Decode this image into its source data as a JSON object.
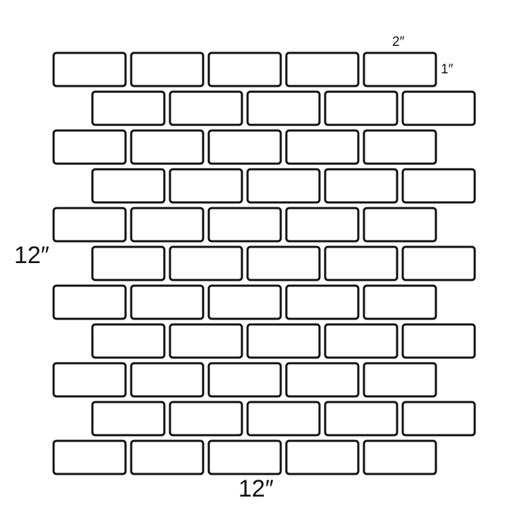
{
  "diagram": {
    "tile_width_label": "2″",
    "tile_height_label": "1″",
    "sheet_height_label": "12″",
    "sheet_width_label": "12″",
    "rows": 11,
    "tiles_per_row": 5,
    "stroke_color": "#111111",
    "tile_fill": "#ffffff"
  }
}
